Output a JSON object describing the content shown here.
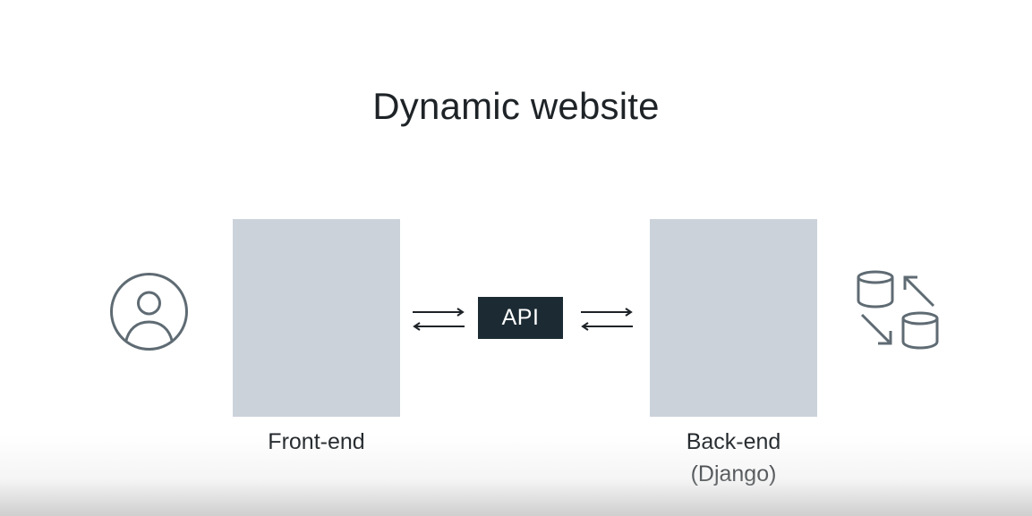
{
  "slide": {
    "title": "Dynamic website",
    "frontend_label": "Front-end",
    "backend_label": "Back-end\n(Django)",
    "api_label": "API"
  },
  "icons": {
    "user": "user-circle-icon",
    "exchange_left": "bidirectional-arrows-icon",
    "exchange_right": "bidirectional-arrows-icon",
    "database": "database-sync-icon"
  },
  "colors": {
    "text": "#1e2327",
    "panel": "#cbd2da",
    "api_box": "#1c2b33",
    "api_text": "#ffffff",
    "icon_stroke": "#5f6b73"
  }
}
